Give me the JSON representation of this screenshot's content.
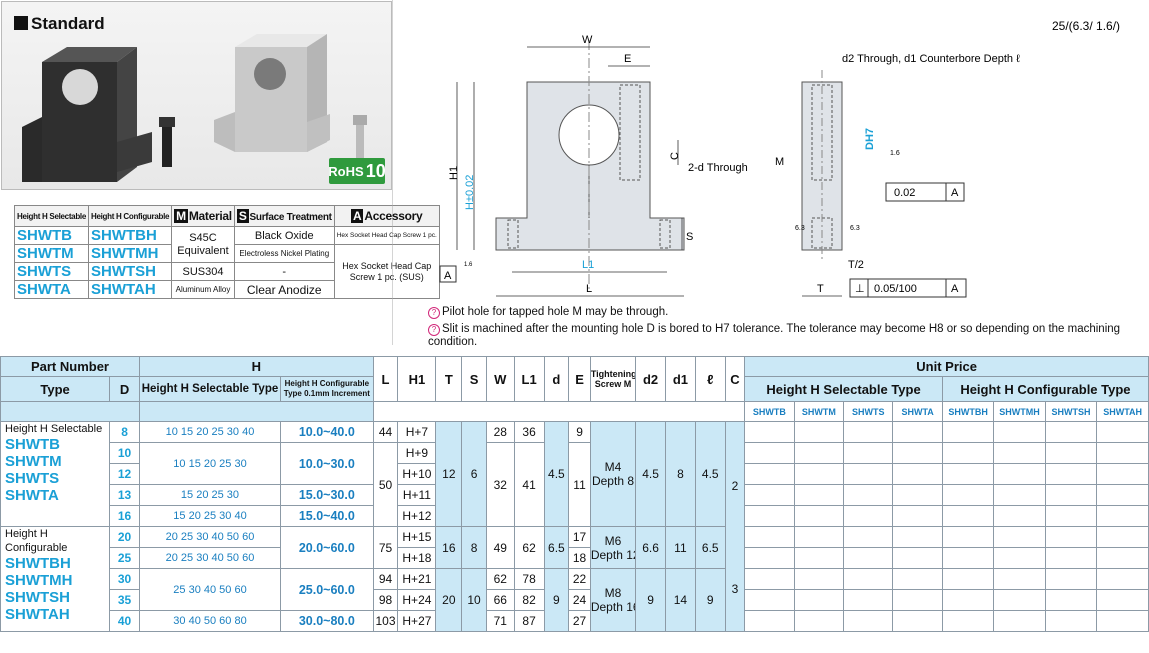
{
  "header": {
    "standard_title": "Standard",
    "rohs": "RoHS",
    "rohs_num": "10",
    "roughness": "25/(6.3/ 1.6/)"
  },
  "material_table": {
    "headers": [
      "Height H Selectable",
      "Height H Configurable",
      "Material",
      "Surface Treatment",
      "Accessory"
    ],
    "header_marks": [
      "M",
      "S",
      "A"
    ],
    "rows": [
      {
        "sel": "SHWTB",
        "conf": "SHWTBH"
      },
      {
        "sel": "SHWTM",
        "conf": "SHWTMH"
      },
      {
        "sel": "SHWTS",
        "conf": "SHWTSH"
      },
      {
        "sel": "SHWTA",
        "conf": "SHWTAH"
      }
    ],
    "material_s45c": "S45C Equivalent",
    "material_sus": "SUS304",
    "material_al": "Aluminum Alloy",
    "surface_black": "Black Oxide",
    "surface_nickel": "Electroless Nickel Plating",
    "surface_none": "-",
    "surface_anodize": "Clear Anodize",
    "acc_1": "Hex Socket Head Cap Screw 1 pc.",
    "acc_2": "Hex Socket Head Cap Screw 1 pc. (SUS)"
  },
  "drawing": {
    "W": "W",
    "E": "E",
    "C": "C",
    "H1": "H1",
    "H": "H±0.02",
    "L1": "L1",
    "L": "L",
    "S": "S",
    "two_d": "2-d Through",
    "A": "A",
    "roughness_small": "1.6",
    "through_label": "d2 Through, d1 Counterbore Depth ℓ",
    "M": "M",
    "DH7": "DH7",
    "T2": "T/2",
    "T": "T",
    "flat": "0.02",
    "perp": "0.05/100",
    "r63a": "6.3",
    "r63b": "6.3",
    "r16": "1.6"
  },
  "notes": [
    "Pilot hole for tapped hole M may be through.",
    "Slit is machined after the mounting hole D is bored to H7 tolerance. The tolerance may become H8 or so depending on the machining condition."
  ],
  "main_table": {
    "h_part_number": "Part Number",
    "h_type": "Type",
    "h_D": "D",
    "h_H": "H",
    "h_sel": "Height H Selectable Type",
    "h_conf": "Height H Configurable Type 0.1mm Increment",
    "cols": [
      "L",
      "H1",
      "T",
      "S",
      "W",
      "L1",
      "d",
      "E",
      "Tightening Screw M",
      "d2",
      "d1",
      "ℓ",
      "C"
    ],
    "h_price": "Unit Price",
    "h_price_sel": "Height H Selectable Type",
    "h_price_conf": "Height H Configurable Type",
    "price_codes": [
      "SHWTB",
      "SHWTM",
      "SHWTS",
      "SHWTA",
      "SHWTBH",
      "SHWTMH",
      "SHWTSH",
      "SHWTAH"
    ],
    "type_sel_label": "Height H Selectable",
    "type_sel_names": [
      "SHWTB",
      "SHWTM",
      "SHWTS",
      "SHWTA"
    ],
    "type_conf_label": "Height H Configurable",
    "type_conf_names": [
      "SHWTBH",
      "SHWTMH",
      "SHWTSH",
      "SHWTAH"
    ],
    "rows": [
      {
        "D": "8",
        "sel": "10   15  20  25  30  40",
        "rng": "10.0~40.0",
        "H1": "H+7"
      },
      {
        "D": "10",
        "sel": "10   15  20  25  30",
        "rng": "10.0~30.0",
        "H1": "H+9"
      },
      {
        "D": "12",
        "sel": "",
        "rng": "",
        "H1": "H+10"
      },
      {
        "D": "13",
        "sel": "15   20  25  30",
        "rng": "15.0~30.0",
        "H1": "H+11"
      },
      {
        "D": "16",
        "sel": "15   20  25  30  40",
        "rng": "15.0~40.0",
        "H1": "H+12"
      },
      {
        "D": "20",
        "sel": "20   25  30  40  50  60",
        "rng": "20.0~60.0",
        "H1": "H+15"
      },
      {
        "D": "25",
        "sel": "20   25  30  40  50  60",
        "rng": "",
        "H1": "H+18"
      },
      {
        "D": "30",
        "sel": "25   30  40  50  60",
        "rng": "25.0~60.0",
        "H1": "H+21"
      },
      {
        "D": "35",
        "sel": "",
        "rng": "",
        "H1": "H+24"
      },
      {
        "D": "40",
        "sel": "30   40  50  60  80",
        "rng": "30.0~80.0",
        "H1": "H+27"
      }
    ],
    "v": {
      "L44": "44",
      "L50": "50",
      "L75": "75",
      "L94": "94",
      "L98": "98",
      "L103": "103",
      "T12": "12",
      "T16": "16",
      "T20": "20",
      "S6": "6",
      "S8": "8",
      "S10": "10",
      "W28": "28",
      "W32": "32",
      "W49": "49",
      "W62": "62",
      "W66": "66",
      "W71": "71",
      "L1_36": "36",
      "L1_41": "41",
      "L1_62": "62",
      "L1_78": "78",
      "L1_82": "82",
      "L1_87": "87",
      "d45": "4.5",
      "d65": "6.5",
      "d9": "9",
      "E9": "9",
      "E11": "11",
      "E17": "17",
      "E18": "18",
      "E22": "22",
      "E24": "24",
      "E27": "27",
      "M4": "M4",
      "M4d": "Depth 8",
      "M6": "M6",
      "M6d": "Depth 12",
      "M8": "M8",
      "M8d": "Depth 16",
      "d2_45": "4.5",
      "d2_66": "6.6",
      "d2_9": "9",
      "d1_8": "8",
      "d1_11": "11",
      "d1_14": "14",
      "l45": "4.5",
      "l65": "6.5",
      "l9": "9",
      "C2": "2",
      "C3": "3"
    }
  }
}
